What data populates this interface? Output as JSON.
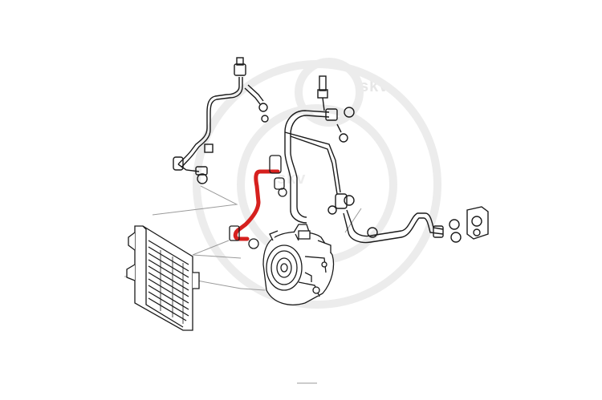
{
  "diagram": {
    "watermark_text": "skv",
    "colors": {
      "line": "#1a1a1a",
      "highlight": "#d6201e",
      "leader": "#9a9a9a",
      "watermark": "#e6e6e6"
    },
    "parts": [
      {
        "id": "pressure-line-upper",
        "label": ""
      },
      {
        "id": "suction-line",
        "label": ""
      },
      {
        "id": "highlighted-discharge-hose",
        "label": ""
      },
      {
        "id": "condenser",
        "label": ""
      },
      {
        "id": "ac-compressor",
        "label": ""
      },
      {
        "id": "expansion-valve",
        "label": ""
      },
      {
        "id": "pressure-sensor",
        "label": ""
      }
    ]
  }
}
